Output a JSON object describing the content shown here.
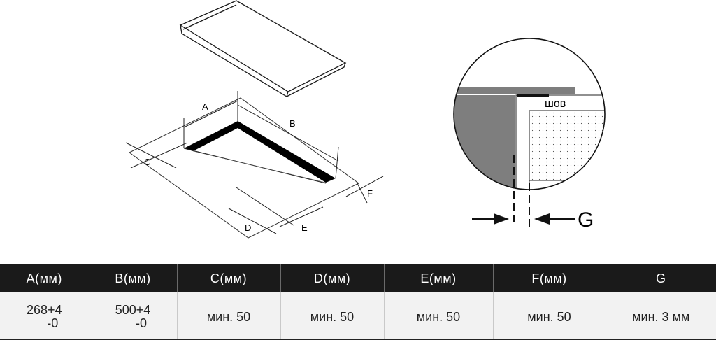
{
  "diagram": {
    "dimension_labels": [
      "A",
      "B",
      "C",
      "D",
      "E",
      "F"
    ],
    "seam_label": "шов",
    "gap_label": "G"
  },
  "table": {
    "headers": [
      "A(мм)",
      "B(мм)",
      "C(мм)",
      "D(мм)",
      "E(мм)",
      "F(мм)",
      "G"
    ],
    "values": [
      [
        "268+4",
        "-0"
      ],
      [
        "500+4",
        "-0"
      ],
      [
        "мин. 50"
      ],
      [
        "мин. 50"
      ],
      [
        "мин. 50"
      ],
      [
        "мин. 50"
      ],
      [
        "мин. 3 мм"
      ]
    ]
  }
}
